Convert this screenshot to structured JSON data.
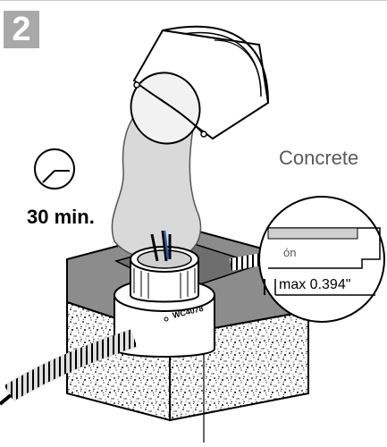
{
  "step": {
    "number": "2"
  },
  "timer": {
    "label": "30 min.",
    "icon": "clock-icon"
  },
  "material": {
    "label": "Concrete"
  },
  "detail": {
    "max_label": "max 0.394\"",
    "fragment_text": "ón",
    "embossed_text": "WC4078"
  },
  "colors": {
    "badge": "#a9a9a9",
    "concrete_pour": "#d9d9d9",
    "block_top": "#8c8c8c",
    "outline": "#000000"
  }
}
